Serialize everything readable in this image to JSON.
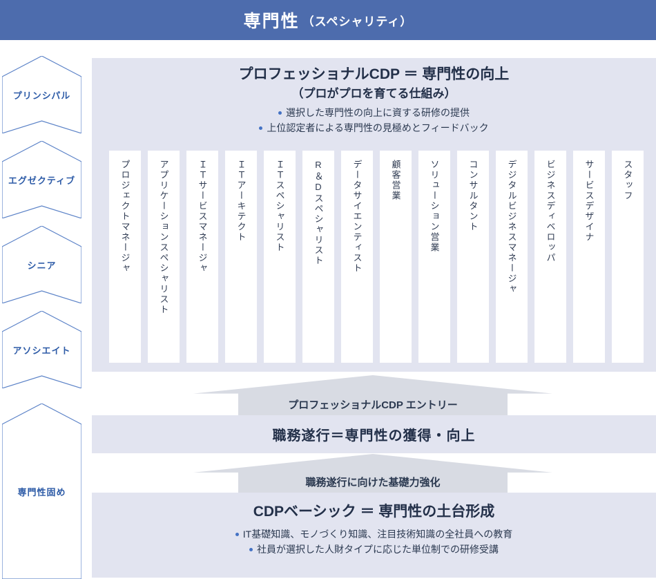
{
  "header": {
    "title": "専門性",
    "subtitle": "（スペシャリティ）"
  },
  "ladder": {
    "items": [
      {
        "label": "プリンシパル"
      },
      {
        "label": "エグゼクティブ"
      },
      {
        "label": "シニア"
      },
      {
        "label": "アソシエイト"
      },
      {
        "label": "専門性固め"
      }
    ]
  },
  "professional_cdp": {
    "title": "プロフェッショナルCDP ＝ 専門性の向上",
    "subtitle": "（プロがプロを育てる仕組み）",
    "bullets": [
      "選択した専門性の向上に資する研修の提供",
      "上位認定者による専門性の見極めとフィードバック"
    ],
    "roles": [
      "プロジェクトマネージャ",
      "アプリケーションスペシャリスト",
      "ＩＴサービスマネージャ",
      "ＩＴアーキテクト",
      "ＩＴスペシャリスト",
      "R＆Dスペシャリスト",
      "データサイエンティスト",
      "顧客営業",
      "ソリューション営業",
      "コンサルタント",
      "デジタルビジネスマネージャ",
      "ビジネスディベロッパ",
      "サービスデザイナ",
      "スタッフ"
    ]
  },
  "entry_arrow": {
    "label": "プロフェッショナルCDP エントリー"
  },
  "execution_band": {
    "label": "職務遂行＝専門性の獲得・向上"
  },
  "foundation_arrow": {
    "label": "職務遂行に向けた基礎力強化"
  },
  "cdp_basic": {
    "title": "CDPベーシック ＝ 専門性の土台形成",
    "bullets": [
      "IT基礎知識、モノづくり知識、注目技術知識の全社員への教育",
      "社員が選択した人財タイプに応じた単位制での研修受講"
    ]
  },
  "colors": {
    "header_blue": "#4d6cad",
    "panel_lavender": "#e2e4f0",
    "arrow_gray": "#d8dbe3",
    "chevron_outline_blue": "#5b82c7",
    "chevron_label_blue": "#2d5ba7",
    "text_navy": "#2b3950",
    "bullet_blue": "#4472c4",
    "column_white": "#ffffff"
  }
}
